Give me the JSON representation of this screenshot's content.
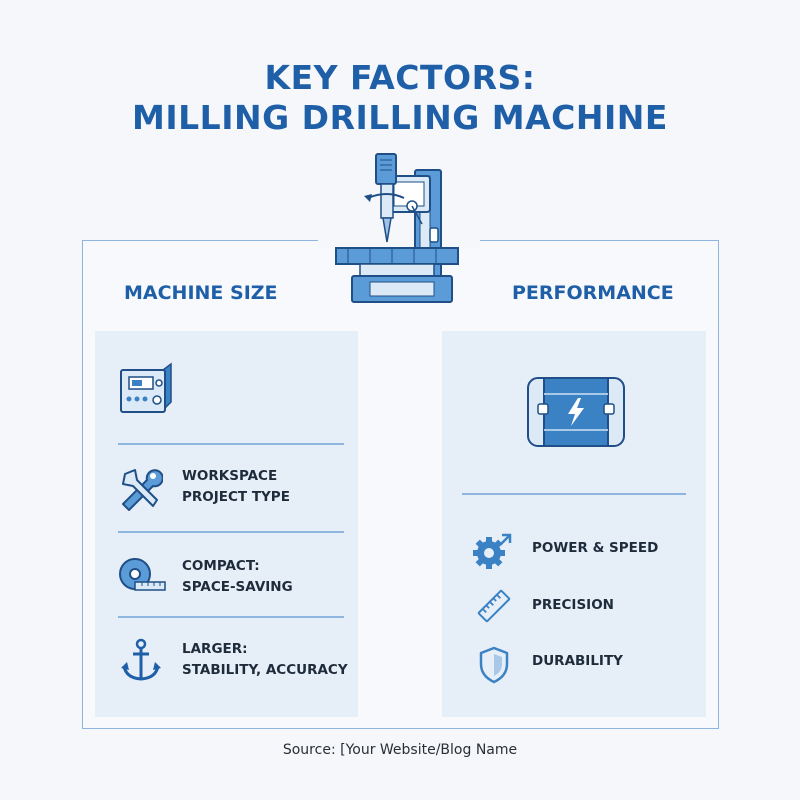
{
  "title": {
    "line1": "KEY FACTORS:",
    "line2": "MILLING DRILLING MACHINE"
  },
  "left_column": {
    "heading": "MACHINE SIZE",
    "items": [
      {
        "icon": "wrench-screwdriver-icon",
        "lines": [
          "WORKSPACE",
          "PROJECT TYPE"
        ]
      },
      {
        "icon": "tape-measure-icon",
        "lines": [
          "COMPACT:",
          "SPACE-SAVING"
        ]
      },
      {
        "icon": "anchor-icon",
        "lines": [
          "LARGER:",
          "STABILITY, ACCURACY"
        ]
      }
    ],
    "top_icon": "control-unit-icon"
  },
  "right_column": {
    "heading": "PERFORMANCE",
    "top_icon": "motor-icon",
    "items": [
      {
        "icon": "gear-speed-icon",
        "label": "POWER & SPEED"
      },
      {
        "icon": "ruler-icon",
        "label": "PRECISION"
      },
      {
        "icon": "shield-icon",
        "label": "DURABILITY"
      }
    ]
  },
  "hero_icon": "milling-drilling-machine-icon",
  "source": "Source: [Your Website/Blog Name",
  "colors": {
    "accent": "#1f5fa8",
    "panel": "#e6eef8",
    "line": "#8db5de",
    "icon_blue": "#3b82c4"
  }
}
